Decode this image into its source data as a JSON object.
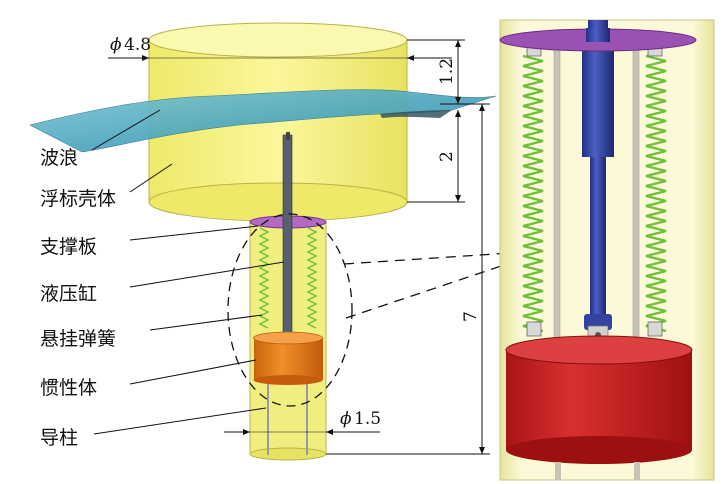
{
  "labels": {
    "wave": "波浪",
    "float_shell": "浮标壳体",
    "support_plate": "支撑板",
    "hydraulic_cylinder": "液压缸",
    "suspension_spring": "悬挂弹簧",
    "inertia_body": "惯性体",
    "guide_column": "导柱"
  },
  "dimensions": {
    "float_diameter_symbol": "ϕ",
    "float_diameter_value": "4.8",
    "column_diameter_symbol": "ϕ",
    "column_diameter_value": "1.5",
    "top_height": "1.2",
    "shell_height": "2",
    "total_height": "7"
  },
  "colors": {
    "shell_fill": "#f4f27a",
    "shell_stroke": "#c8c25a",
    "wave": "#5fb5c9",
    "plate": "#8b3fa3",
    "rod": "#2d3f9a",
    "inertia_left": "#e07a1a",
    "inertia_right": "#c81e1e",
    "spring": "#6fbf3c"
  }
}
